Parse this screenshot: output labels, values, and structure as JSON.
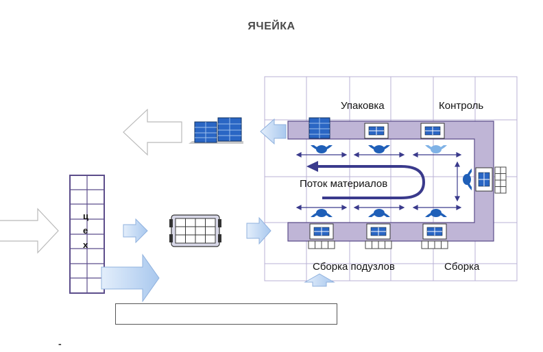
{
  "title": "ЯЧЕЙКА",
  "labels": {
    "packing": "Упаковка",
    "control": "Контроль",
    "material_flow": "Поток материалов",
    "subassembly": "Сборка подузлов",
    "assembly": "Сборка"
  },
  "ceh_letters": [
    "ц",
    "е",
    "х"
  ],
  "footer_mark": "-",
  "colors": {
    "cell_track": "#bfb5d6",
    "track_border": "#5b4c8a",
    "arrow_fill": "#cfe0f5",
    "arrow_stroke": "#8fb1de",
    "flow_arrow": "#3a3a8c",
    "worker": "#1f5fb8",
    "grid_line": "#b8b0d4"
  },
  "icons": [
    "outline-arrow-icon",
    "shelf-rack-icon",
    "workstation-icon",
    "operator-icon",
    "pallet-truck-icon",
    "workshop-building-icon"
  ]
}
